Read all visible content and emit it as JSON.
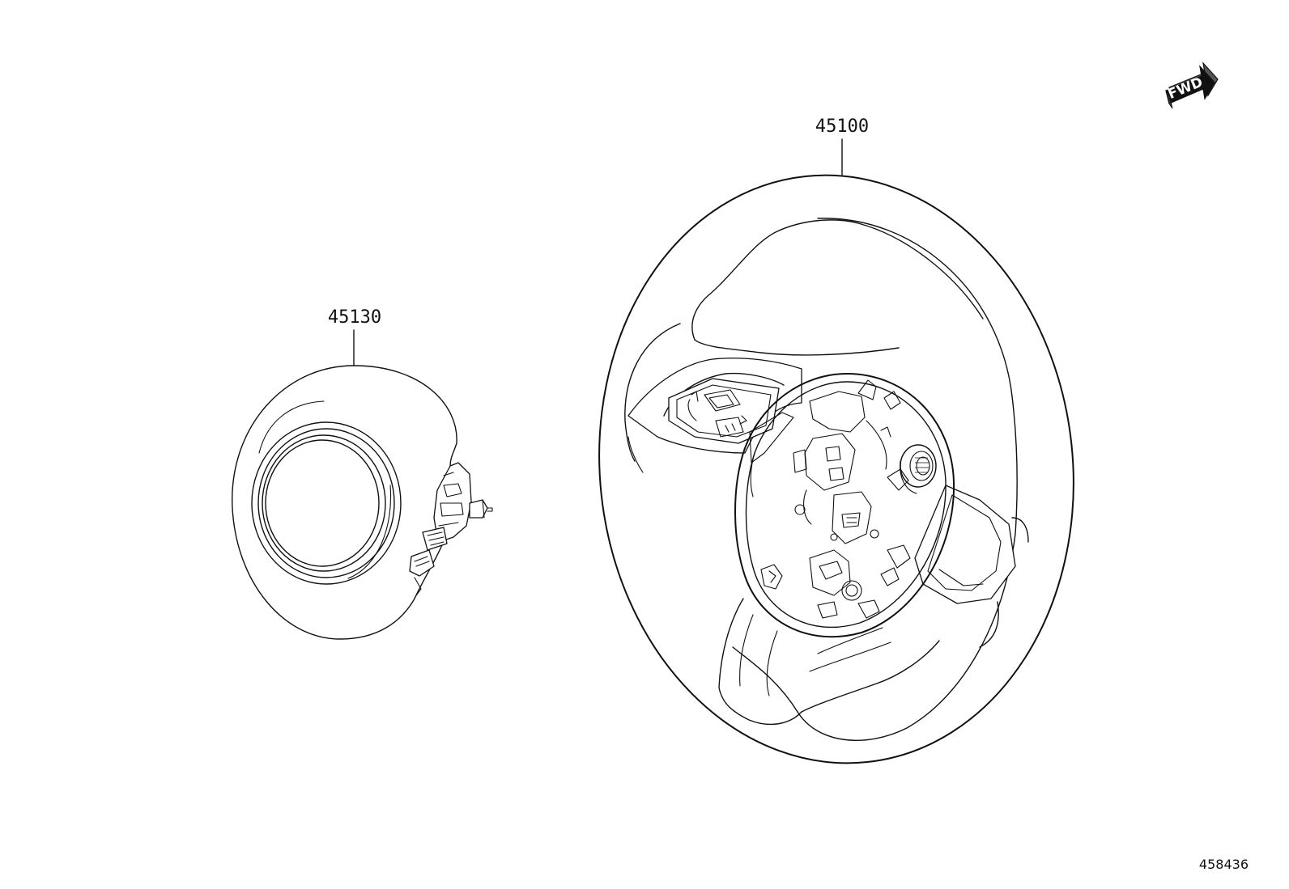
{
  "diagram": {
    "parts": [
      {
        "part_number": "45130"
      },
      {
        "part_number": "45100"
      }
    ],
    "direction_badge": "FWD",
    "diagram_id": "458436"
  },
  "colors": {
    "line": "#111111",
    "background": "#ffffff",
    "badge": "#111111"
  }
}
